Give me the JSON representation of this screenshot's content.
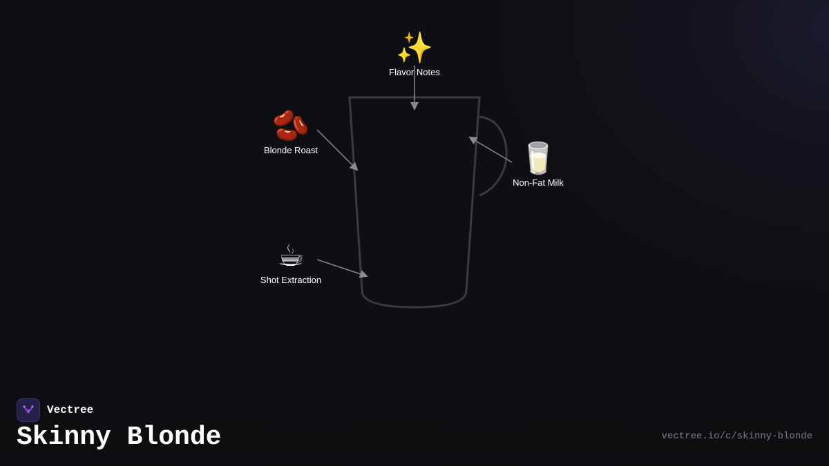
{
  "diagram": {
    "nodes": [
      {
        "id": "flavor-notes",
        "emoji": "✨",
        "label": "Flavor Notes"
      },
      {
        "id": "blonde-roast",
        "emoji": "🫘",
        "label": "Blonde Roast"
      },
      {
        "id": "non-fat-milk",
        "emoji": "🥛",
        "label": "Non-Fat Milk"
      },
      {
        "id": "shot-extraction",
        "emoji": "☕",
        "label": "Shot Extraction"
      }
    ]
  },
  "brand": {
    "name": "Vectree",
    "logo_icon": "vectree-logo-icon",
    "accent": "#8a4fd8"
  },
  "title": "Skinny Blonde",
  "url": "vectree.io/c/skinny-blonde",
  "colors": {
    "background": "#0f0f13",
    "cup_stroke": "#3a3a3f",
    "arrow": "#8a8a8f",
    "text": "#ffffff",
    "url_text": "#7d7d85"
  }
}
